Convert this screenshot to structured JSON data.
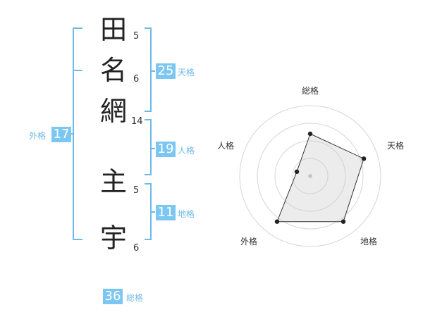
{
  "name": {
    "chars": [
      {
        "char": "田",
        "strokes": "5"
      },
      {
        "char": "名",
        "strokes": "6"
      },
      {
        "char": "網",
        "strokes": "14"
      },
      {
        "char": "主",
        "strokes": "5"
      },
      {
        "char": "宇",
        "strokes": "6"
      }
    ]
  },
  "kakusu": {
    "tenkaku": {
      "value": "25",
      "label": "天格"
    },
    "jinkaku": {
      "value": "19",
      "label": "人格"
    },
    "chikaku": {
      "value": "11",
      "label": "地格"
    },
    "gaikaku": {
      "value": "17",
      "label": "外格"
    },
    "soukaku": {
      "value": "36",
      "label": "総格"
    }
  },
  "colors": {
    "accent": "#7cc7f2",
    "bracket": "#6dbbe8"
  },
  "chart_data": {
    "type": "radar",
    "axes": [
      "総格",
      "天格",
      "地格",
      "外格",
      "人格"
    ],
    "values": [
      3,
      4,
      4,
      4,
      1
    ],
    "max": 5,
    "rings": 4
  }
}
